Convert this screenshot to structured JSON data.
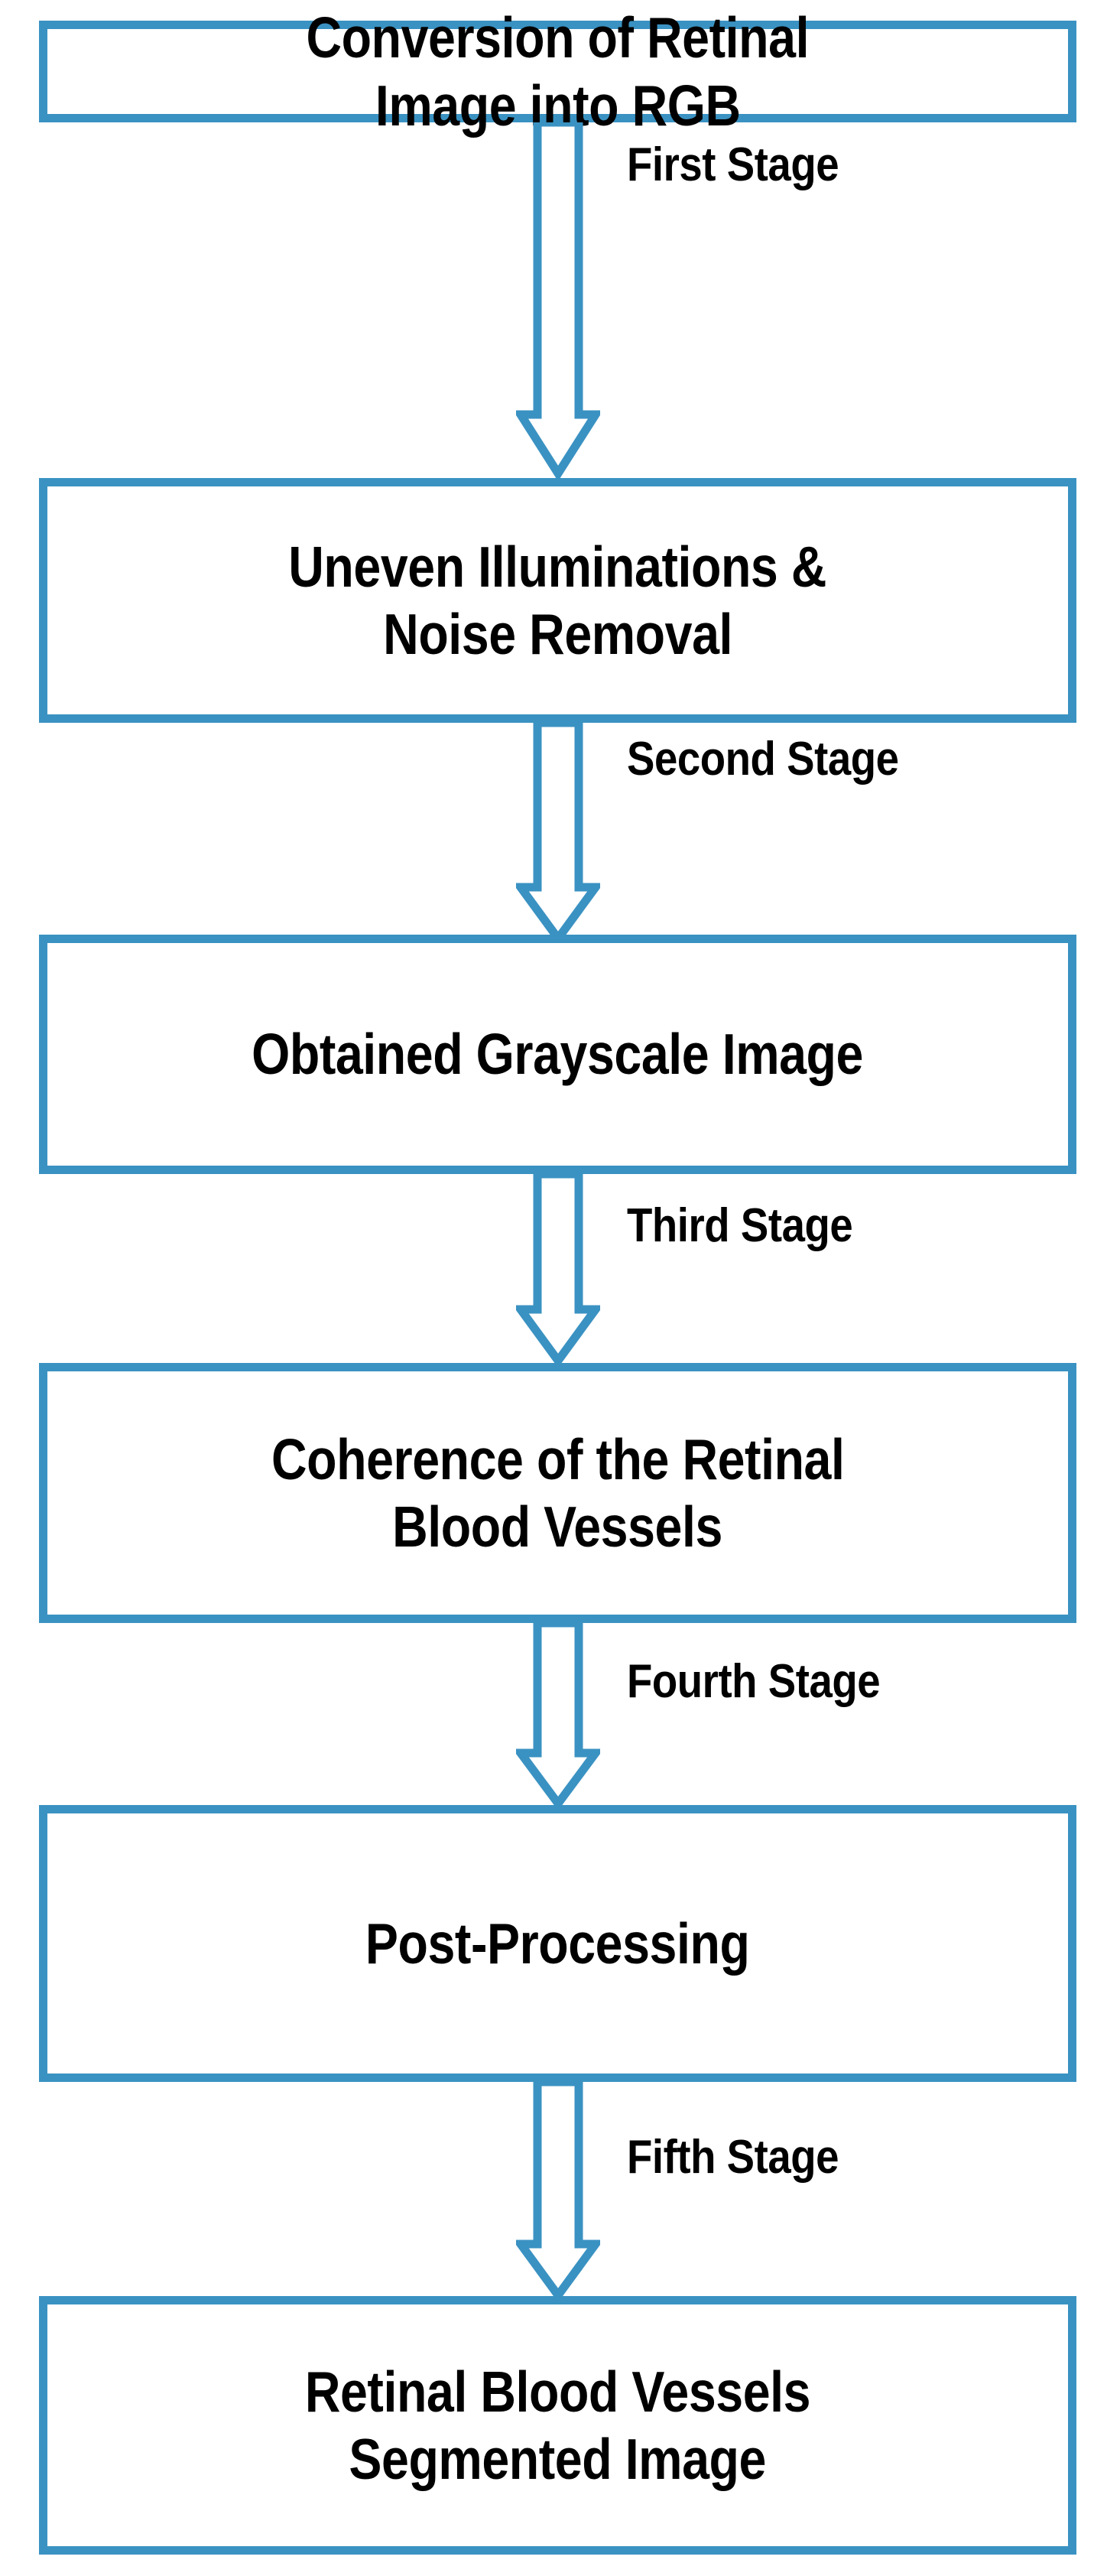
{
  "diagram": {
    "title": "Retinal Blood Vessel Segmentation Pipeline",
    "accent_color": "#3a92c2",
    "text_color": "#000000",
    "background_color": "#ffffff",
    "orientation": "top-to-bottom",
    "nodes": [
      {
        "id": "node-1",
        "lines": [
          "Conversion of Retinal",
          "Image into RGB"
        ],
        "line1": "Conversion of Retinal",
        "line2": "Image into RGB"
      },
      {
        "id": "node-2",
        "lines": [
          "Uneven Illuminations &",
          "Noise Removal"
        ],
        "line1": "Uneven Illuminations &",
        "line2": "Noise Removal"
      },
      {
        "id": "node-3",
        "lines": [
          "Obtained Grayscale Image"
        ],
        "line1": "Obtained Grayscale Image",
        "line2": ""
      },
      {
        "id": "node-4",
        "lines": [
          "Coherence of the Retinal",
          "Blood Vessels"
        ],
        "line1": "Coherence of the Retinal",
        "line2": "Blood Vessels"
      },
      {
        "id": "node-5",
        "lines": [
          "Post-Processing"
        ],
        "line1": "Post-Processing",
        "line2": ""
      },
      {
        "id": "node-6",
        "lines": [
          "Retinal Blood Vessels",
          "Segmented Image"
        ],
        "line1": "Retinal Blood Vessels",
        "line2": "Segmented Image"
      }
    ],
    "edges": [
      {
        "id": "edge-1",
        "label": "First Stage",
        "from": "node-1",
        "to": "node-2",
        "icon": "down-block-arrow-icon"
      },
      {
        "id": "edge-2",
        "label": "Second Stage",
        "from": "node-2",
        "to": "node-3",
        "icon": "down-block-arrow-icon"
      },
      {
        "id": "edge-3",
        "label": "Third Stage",
        "from": "node-3",
        "to": "node-4",
        "icon": "down-block-arrow-icon"
      },
      {
        "id": "edge-4",
        "label": "Fourth Stage",
        "from": "node-4",
        "to": "node-5",
        "icon": "down-block-arrow-icon"
      },
      {
        "id": "edge-5",
        "label": "Fifth Stage",
        "from": "node-5",
        "to": "node-6",
        "icon": "down-block-arrow-icon"
      }
    ]
  }
}
